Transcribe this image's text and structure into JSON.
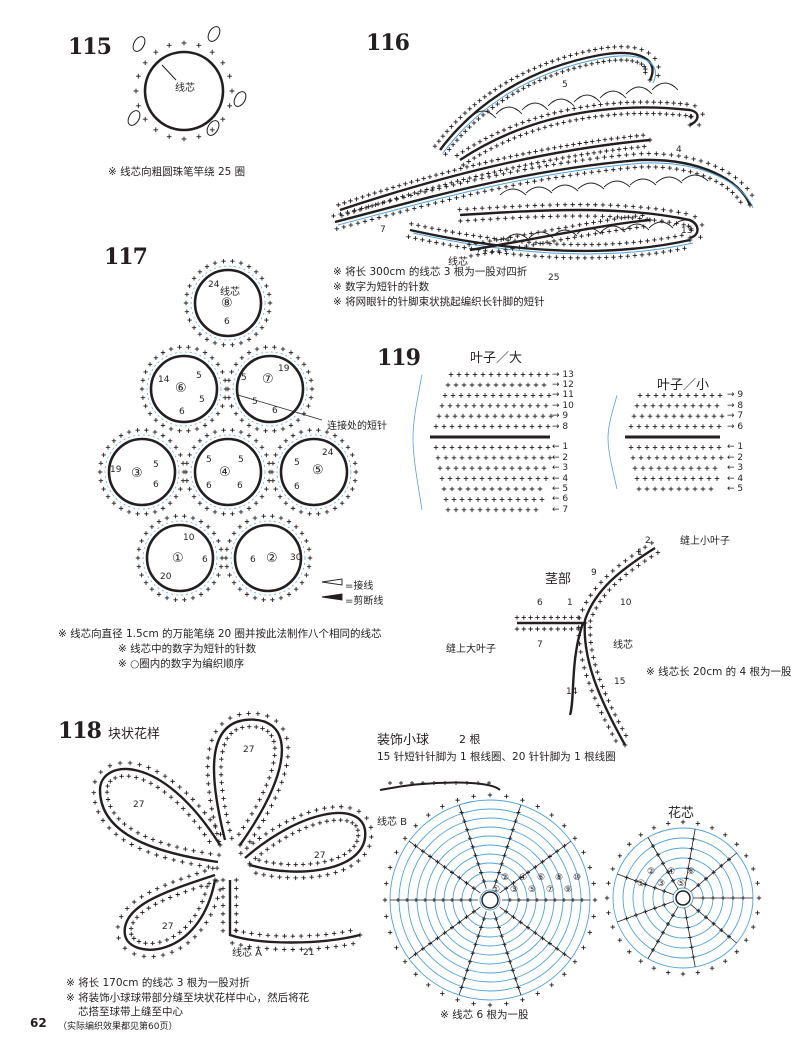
{
  "s115": {
    "number": "115",
    "core_label": "线芯",
    "note": "※ 线芯向粗圆珠笔竿绕 25 圈"
  },
  "s116": {
    "number": "116",
    "core_label": "线芯",
    "counts": [
      "5",
      "4",
      "7",
      "13",
      "25"
    ],
    "notes": [
      "※ 将长 300cm 的线芯 3 根为一股对四折",
      "※ 数字为短针的针数",
      "※ 将网眼针的针脚束状挑起编织长针脚的短针"
    ]
  },
  "s117": {
    "number": "117",
    "circles": [
      {
        "order": "⑧",
        "labels": [
          "24",
          "6"
        ],
        "core": "线芯"
      },
      {
        "order": "⑥",
        "labels": [
          "14",
          "5",
          "5",
          "6"
        ]
      },
      {
        "order": "⑦",
        "labels": [
          "19",
          "5",
          "6",
          "5"
        ]
      },
      {
        "order": "③",
        "labels": [
          "19",
          "5",
          "6"
        ]
      },
      {
        "order": "④",
        "labels": [
          "5",
          "6",
          "5",
          "6"
        ]
      },
      {
        "order": "⑤",
        "labels": [
          "24",
          "5",
          "6"
        ]
      },
      {
        "order": "①",
        "labels": [
          "10",
          "6",
          "20"
        ]
      },
      {
        "order": "②",
        "labels": [
          "6",
          "30"
        ]
      }
    ],
    "join_label": "连接处的短针",
    "legend_join": "=接线",
    "legend_cut": "=剪断线",
    "notes": [
      "※ 线芯向直径 1.5cm 的万能笔绕 20 圈并按此法制作八个相同的线芯",
      "※ 线芯中的数字为短针的针数",
      "※ ○圈内的数字为编织顺序"
    ]
  },
  "s118": {
    "number": "118",
    "title": "块状花样",
    "counts": [
      "27",
      "27",
      "27",
      "27",
      "21"
    ],
    "core_label": "线芯 A",
    "notes": [
      "※ 将长 170cm 的线芯 3 根为一股对折",
      "※ 将装饰小球球带部分缝至块状花样中心，然后将花",
      "芯搭至球带上缝至中心"
    ]
  },
  "s119": {
    "number": "119",
    "leaf_big": {
      "title": "叶子／大",
      "rows_top": [
        "13",
        "12",
        "11",
        "10",
        "9",
        "8"
      ],
      "rows_bottom": [
        "1",
        "2",
        "3",
        "4",
        "5",
        "6",
        "7"
      ]
    },
    "leaf_small": {
      "title": "叶子／小",
      "rows_top": [
        "9",
        "8",
        "7",
        "6"
      ],
      "rows_bottom": [
        "1",
        "2",
        "3",
        "4",
        "5"
      ]
    },
    "stem": {
      "title": "茎部",
      "sew_small": "缝上小叶子",
      "sew_big": "缝上大叶子",
      "core_label": "线芯",
      "counts": [
        "2",
        "1",
        "9",
        "10",
        "6",
        "1",
        "7",
        "14",
        "15"
      ],
      "note": "※ 线芯长 20cm 的 4 根为一股"
    }
  },
  "ball": {
    "title": "装饰小球",
    "count": "2 根",
    "desc": "15 针短针针脚为 1 根线圈、20 针针脚为 1 根线圈",
    "core_label": "线芯 B",
    "rounds": [
      "①",
      "②",
      "③",
      "④",
      "⑤",
      "⑥",
      "⑦",
      "⑧",
      "⑨",
      "⑩"
    ],
    "note": "※ 线芯 6 根为一股"
  },
  "flower_core": {
    "title": "花芯",
    "rounds": [
      "①",
      "②",
      "③",
      "④",
      "⑤",
      "⑥"
    ]
  },
  "footer": {
    "page": "62",
    "ref": "（实际编织效果都见第60页）"
  },
  "colors": {
    "ink": "#231f20",
    "blue": "#4fa3dc"
  }
}
